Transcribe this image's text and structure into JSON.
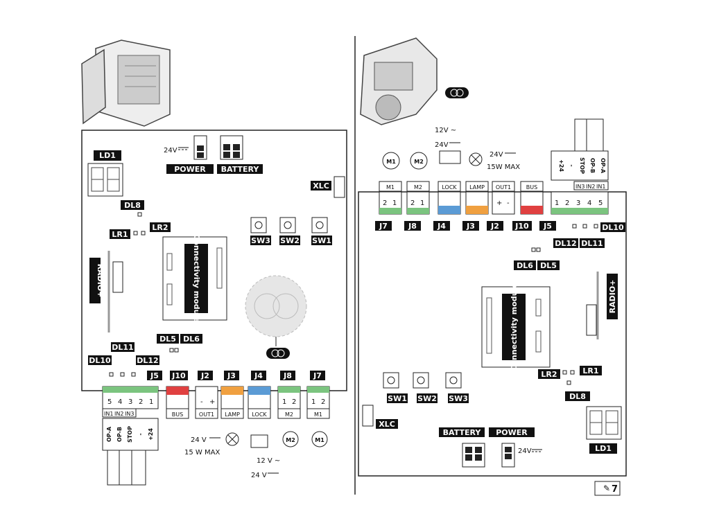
{
  "colors": {
    "terminal_green": "#7bc47f",
    "bus_red": "#e04040",
    "lamp_orange": "#f0a040",
    "lock_blue": "#5b9bd5",
    "light_gray": "#bdbdbd"
  },
  "left": {
    "ld1": "LD1",
    "dl8": "DL8",
    "lr1": "LR1",
    "lr2": "LR2",
    "radio": "RADIO+",
    "connectivity": "Connectivity module",
    "sw3": "SW3",
    "sw2": "SW2",
    "sw1": "SW1",
    "power": "POWER",
    "battery": "BATTERY",
    "xlc": "XLC",
    "volt_24": "24V",
    "dl5": "DL5",
    "dl6": "DL6",
    "dl10": "DL10",
    "dl11": "DL11",
    "dl12": "DL12",
    "connectors": [
      {
        "label": "J5",
        "pins": [
          "5",
          "4",
          "3",
          "2",
          "1"
        ],
        "names": [
          "IN1",
          "IN2",
          "IN3"
        ]
      },
      {
        "label": "J10",
        "name": "BUS"
      },
      {
        "label": "J2",
        "pins": [
          "-",
          "+"
        ],
        "name": "OUT1"
      },
      {
        "label": "J3",
        "name": "LAMP"
      },
      {
        "label": "J4",
        "name": "LOCK"
      },
      {
        "label": "J8",
        "pins": [
          "1",
          "2"
        ],
        "name": "M2"
      },
      {
        "label": "J7",
        "pins": [
          "1",
          "2"
        ],
        "name": "M1"
      }
    ],
    "inputs": [
      "OP-A",
      "OP-B",
      "STOP",
      "-",
      "+24"
    ],
    "lamp_spec_1": "24 V",
    "lamp_spec_2": "15 W MAX",
    "lock_spec_1": "12 V ~",
    "lock_spec_2": "24 V",
    "m2": "M2",
    "m1": "M1"
  },
  "right": {
    "motors": [
      "M1",
      "M2"
    ],
    "lock_spec_1": "12V ~",
    "lock_spec_2": "24V",
    "lamp_spec_1": "24V",
    "lamp_spec_2": "15W MAX",
    "connectors": [
      {
        "label": "J7",
        "name": "M1",
        "pins": [
          "2",
          "1"
        ]
      },
      {
        "label": "J8",
        "name": "M2",
        "pins": [
          "2",
          "1"
        ]
      },
      {
        "label": "J4",
        "name": "LOCK"
      },
      {
        "label": "J3",
        "name": "LAMP"
      },
      {
        "label": "J2",
        "name": "OUT1",
        "pins": [
          "+",
          "-"
        ]
      },
      {
        "label": "J10",
        "name": "BUS"
      },
      {
        "label": "J5",
        "pins": [
          "1",
          "2",
          "3",
          "4",
          "5"
        ],
        "names": [
          "IN3",
          "IN2",
          "IN1"
        ]
      }
    ],
    "inputs": [
      "+24",
      "-",
      "STOP",
      "OP-B",
      "OP-A"
    ],
    "dl10": "DL10",
    "dl11": "DL11",
    "dl12": "DL12",
    "dl6": "DL6",
    "dl5": "DL5",
    "radio": "RADIO+",
    "connectivity": "Connectivity module",
    "lr2": "LR2",
    "lr1": "LR1",
    "dl8": "DL8",
    "sw1": "SW1",
    "sw2": "SW2",
    "sw3": "SW3",
    "xlc": "XLC",
    "battery": "BATTERY",
    "power": "POWER",
    "volt_24": "24V",
    "ld1": "LD1",
    "page": "7"
  }
}
